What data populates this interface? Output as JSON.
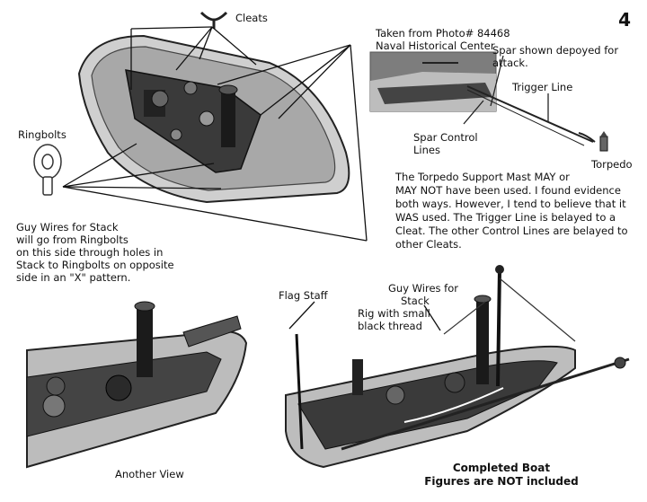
{
  "page_number": "4",
  "labels": {
    "cleats": "Cleats",
    "ringbolts": "Ringbolts",
    "photo_credit_1": "Taken from Photo# 84468",
    "photo_credit_2": "Naval Historical Center",
    "spar_1": "Spar shown depoyed for",
    "spar_2": "attack.",
    "trigger_line": "Trigger Line",
    "spar_control_1": "Spar Control",
    "spar_control_2": "Lines",
    "torpedo": "Torpedo",
    "flag_staff": "Flag Staff",
    "guy_wires_1": "Guy Wires for",
    "guy_wires_2": "Stack",
    "rig_1": "Rig with small",
    "rig_2": "black thread",
    "another_view": "Another View"
  },
  "paragraphs": {
    "torpedo_mast": [
      "The Torpedo Support Mast MAY or",
      "MAY NOT have been used. I found evidence",
      "both ways. However, I tend to believe that it",
      "WAS used. The Trigger Line is belayed to a",
      "Cleat. The other Control Lines are belayed to",
      "other Cleats."
    ],
    "guy_wires_note": [
      "Guy Wires for Stack",
      "will go from Ringbolts",
      "on this side through holes in",
      "Stack to Ringbolts on opposite",
      "side in an \"X\" pattern."
    ]
  },
  "caption": {
    "line1": "Completed Boat",
    "line2": "Figures are NOT included"
  }
}
